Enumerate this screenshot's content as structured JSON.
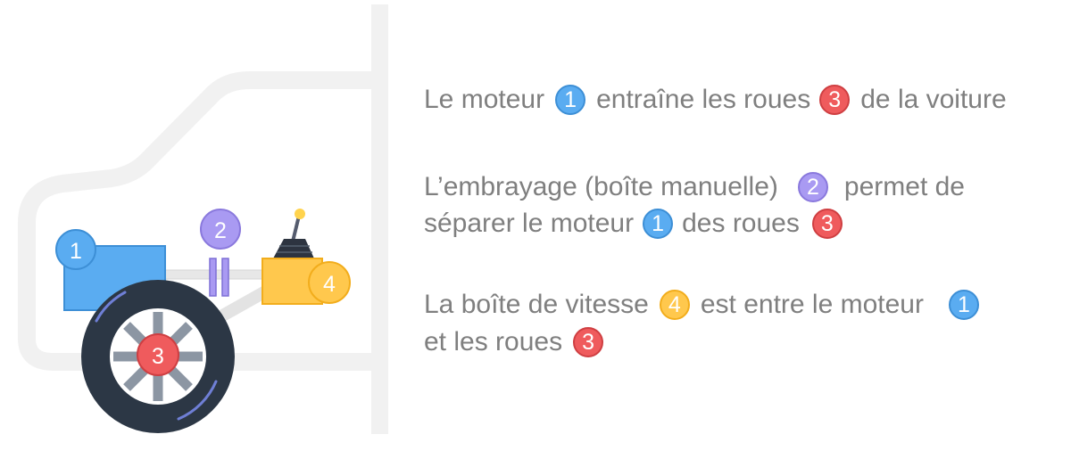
{
  "diagram": {
    "parts": [
      {
        "id": "1",
        "color": "#5aacf1"
      },
      {
        "id": "2",
        "color": "#a99af2"
      },
      {
        "id": "3",
        "color": "#ef5b5d"
      },
      {
        "id": "4",
        "color": "#ffc84d"
      }
    ]
  },
  "text": {
    "line1": {
      "a": "Le moteur",
      "b": "entraîne les roues",
      "c": "de la voiture"
    },
    "line2": {
      "a": "L’embrayage (boîte manuelle)",
      "b": "permet de"
    },
    "line3": {
      "a": "séparer le moteur",
      "b": "des roues"
    },
    "line4": {
      "a": "La boîte de vitesse",
      "b": "est entre le moteur"
    },
    "line5": {
      "a": "et les roues"
    }
  },
  "badges": {
    "engine": "1",
    "clutch": "2",
    "wheels": "3",
    "gearbox": "4"
  }
}
